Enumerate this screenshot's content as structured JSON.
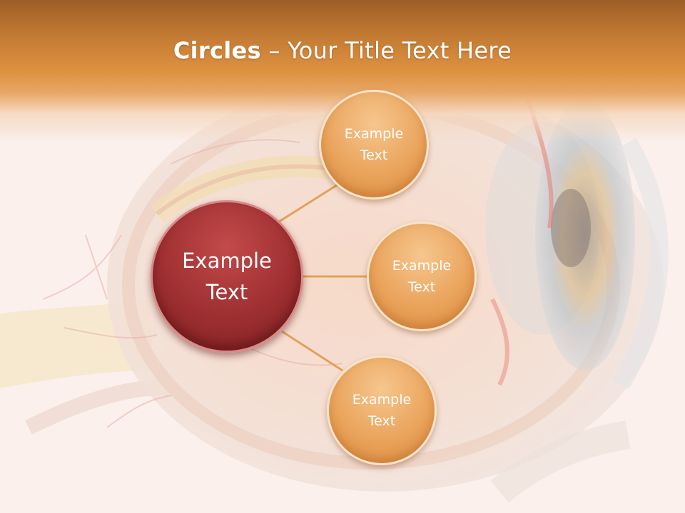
{
  "slide": {
    "title_bold": "Circles",
    "title_rest": " – Your Title Text Here"
  },
  "diagram": {
    "center": {
      "label": "Example Text"
    },
    "satellites": [
      {
        "label": "Example Text"
      },
      {
        "label": "Example Text"
      },
      {
        "label": "Example Text"
      }
    ]
  },
  "colors": {
    "header_orange": "#de9140",
    "center_circle": "#9e2f31",
    "satellite_circle": "#eaa45c",
    "connector": "#e0a15c"
  }
}
